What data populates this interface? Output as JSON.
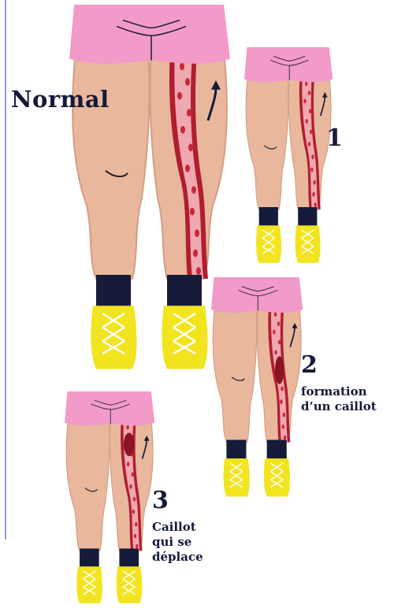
{
  "title": "Normal",
  "steps": [
    {
      "number": "1",
      "caption": ""
    },
    {
      "number": "2",
      "caption": "formation\nd’un caillot"
    },
    {
      "number": "3",
      "caption": "Caillot\nqui se\ndéplace"
    }
  ],
  "colors": {
    "skin": "#e8b79c",
    "skin_shadow": "#d29e83",
    "shorts": "#f29ac8",
    "vein_wall": "#b01e2f",
    "vein_inner": "#f0a8b0",
    "blood_cell": "#c82738",
    "clot": "#8a1424",
    "sock": "#161b3a",
    "shoe": "#f2e41e",
    "text": "#141a38"
  }
}
